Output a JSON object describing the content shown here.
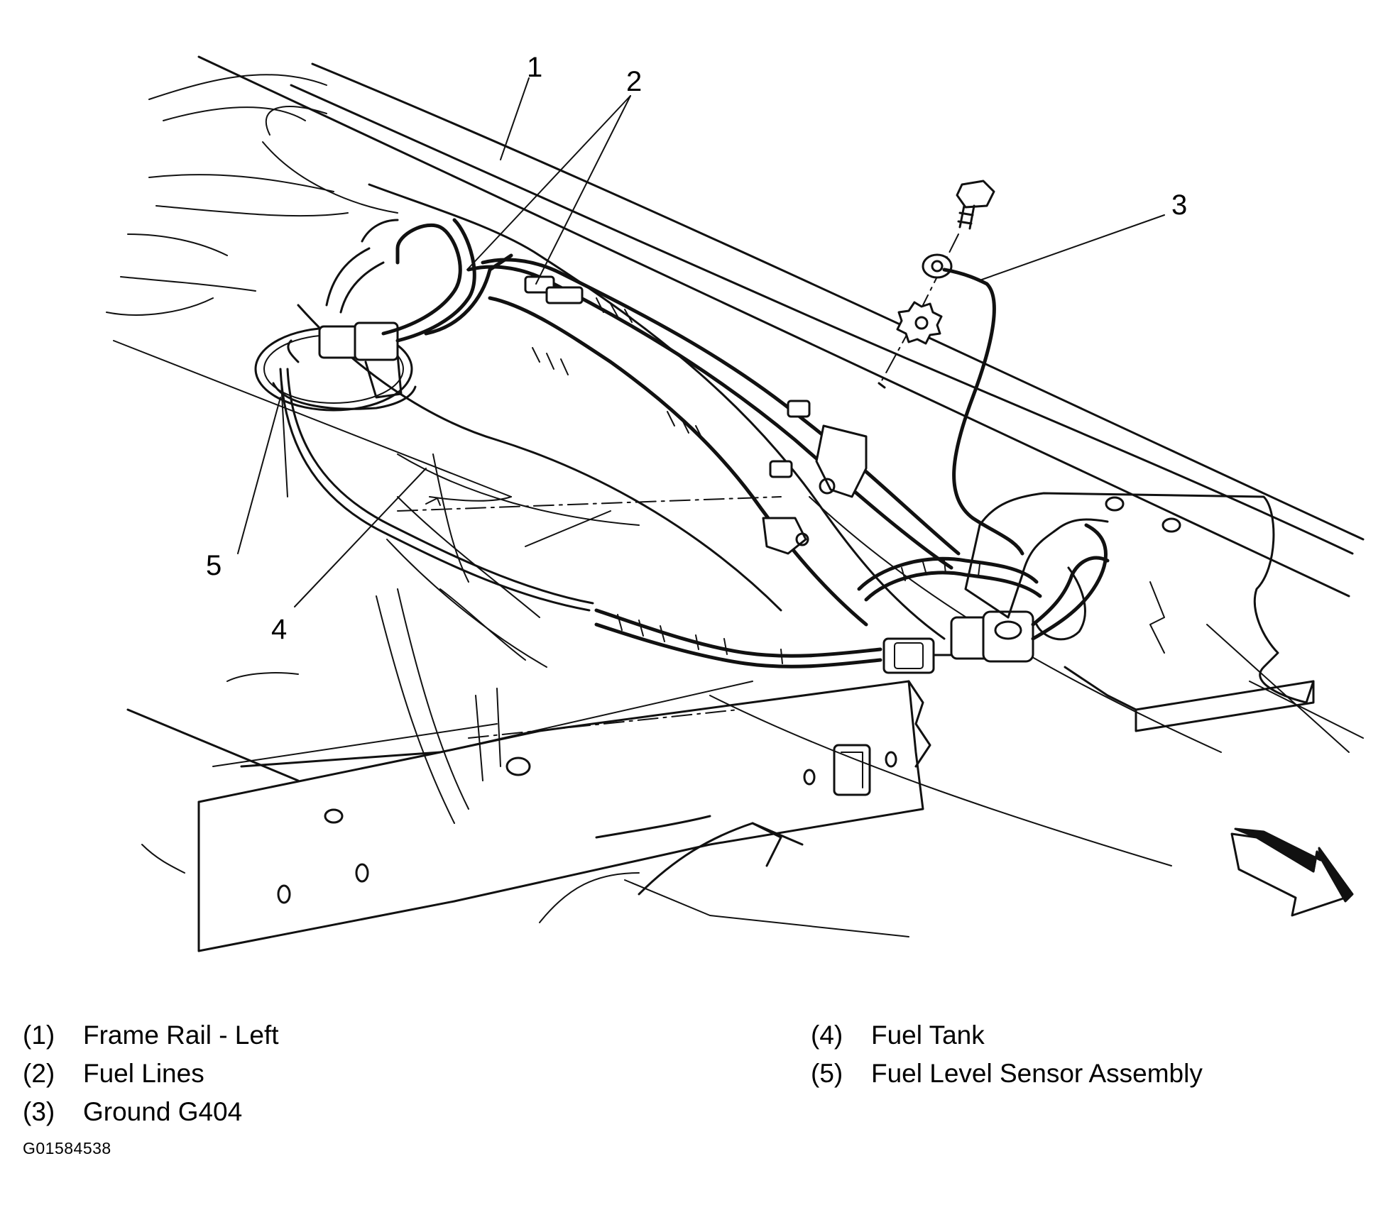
{
  "callouts": {
    "c1": "1",
    "c2": "2",
    "c3": "3",
    "c4": "4",
    "c5": "5"
  },
  "legend": [
    {
      "num": "(1)",
      "label": "Frame Rail - Left"
    },
    {
      "num": "(2)",
      "label": "Fuel Lines"
    },
    {
      "num": "(3)",
      "label": "Ground G404"
    },
    {
      "num": "(4)",
      "label": "Fuel Tank"
    },
    {
      "num": "(5)",
      "label": "Fuel Level Sensor Assembly"
    }
  ],
  "figure_id": "G01584538"
}
